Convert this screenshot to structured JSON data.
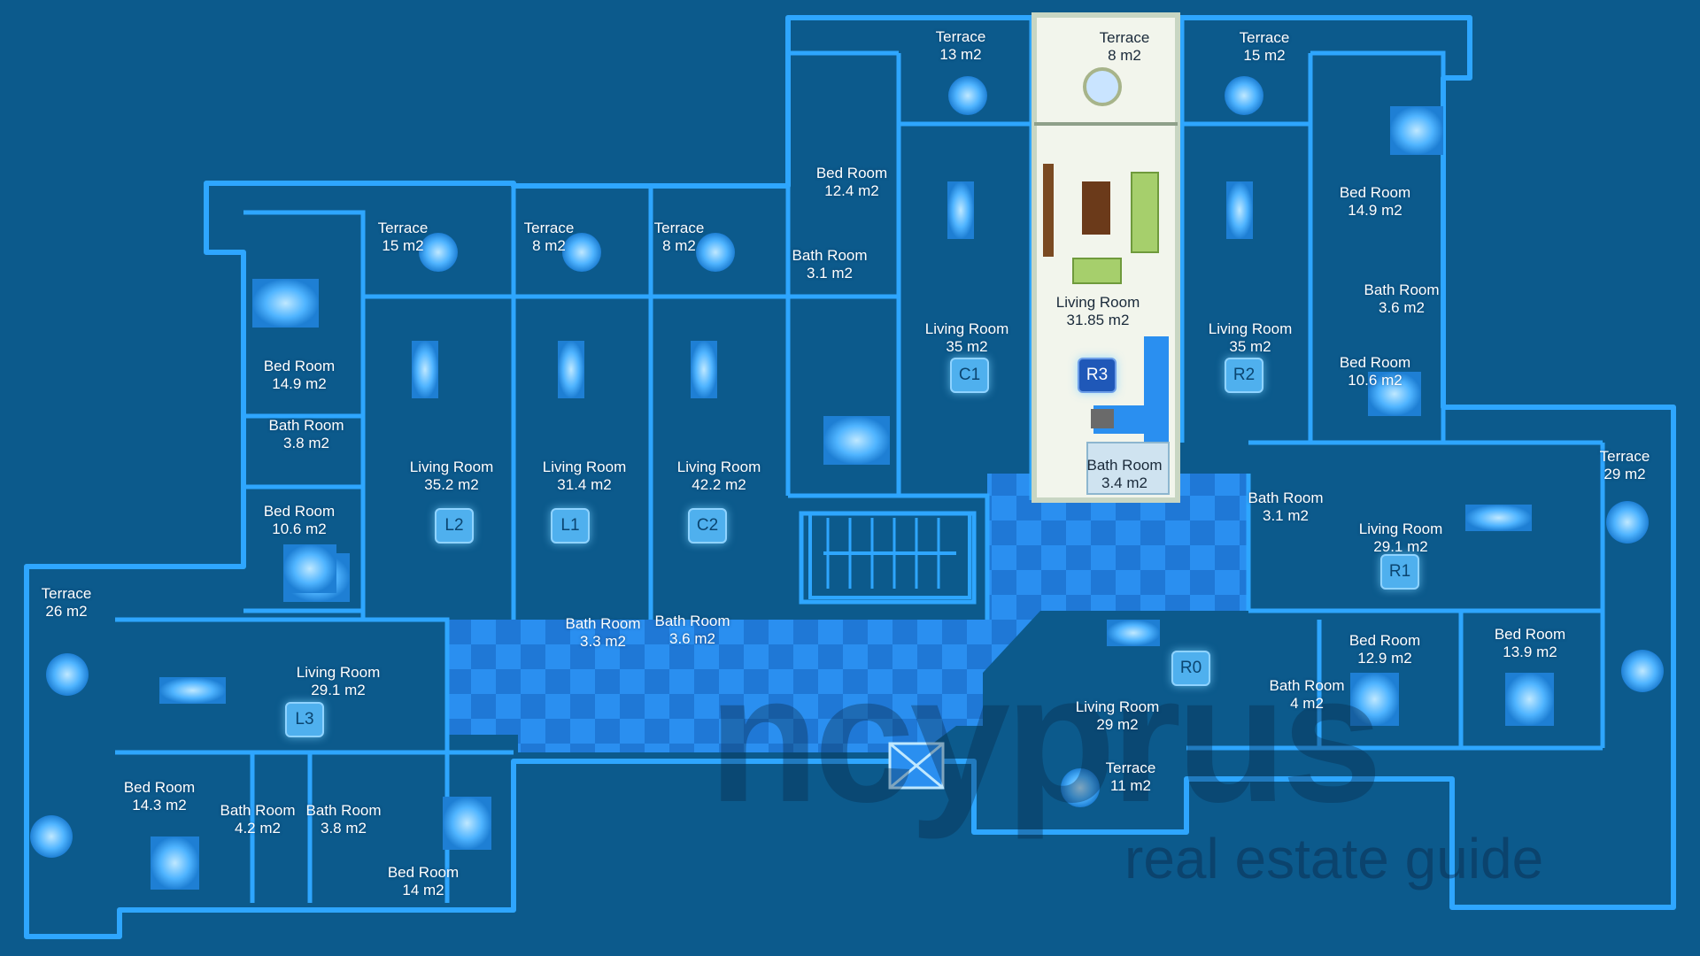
{
  "rooms": [
    {
      "id": "t-l-bed-top",
      "name": "Terrace",
      "area": "15 m2"
    },
    {
      "id": "t-l2",
      "name": "Terrace",
      "area": "8 m2"
    },
    {
      "id": "t-l1",
      "name": "Terrace",
      "area": "8 m2"
    },
    {
      "id": "t-c1",
      "name": "Terrace",
      "area": "13 m2"
    },
    {
      "id": "t-r3",
      "name": "Terrace",
      "area": "8 m2"
    },
    {
      "id": "t-r2",
      "name": "Terrace",
      "area": "15 m2"
    },
    {
      "id": "t-r1",
      "name": "Terrace",
      "area": "29 m2"
    },
    {
      "id": "t-l3",
      "name": "Terrace",
      "area": "26 m2"
    },
    {
      "id": "t-r0",
      "name": "Terrace",
      "area": "11 m2"
    },
    {
      "id": "bed-l2-a",
      "name": "Bed Room",
      "area": "14.9 m2"
    },
    {
      "id": "bath-l2",
      "name": "Bath Room",
      "area": "3.8 m2"
    },
    {
      "id": "bed-l2-b",
      "name": "Bed Room",
      "area": "10.6 m2"
    },
    {
      "id": "liv-l2",
      "name": "Living Room",
      "area": "35.2  m2"
    },
    {
      "id": "liv-l1",
      "name": "Living Room",
      "area": "31.4  m2"
    },
    {
      "id": "liv-c2",
      "name": "Living Room",
      "area": "42.2  m2"
    },
    {
      "id": "bath-l1",
      "name": "Bath Room",
      "area": "3.3 m2"
    },
    {
      "id": "bath-c2",
      "name": "Bath Room",
      "area": "3.6 m2"
    },
    {
      "id": "bed-c1",
      "name": "Bed Room",
      "area": "12.4 m2"
    },
    {
      "id": "bath-c1",
      "name": "Bath Room",
      "area": "3.1 m2"
    },
    {
      "id": "liv-c1",
      "name": "Living Room",
      "area": "35  m2"
    },
    {
      "id": "liv-r3",
      "name": "Living Room",
      "area": "31.85 m2"
    },
    {
      "id": "bath-r3",
      "name": "Bath Room",
      "area": "3.4 m2"
    },
    {
      "id": "liv-r2",
      "name": "Living Room",
      "area": "35 m2"
    },
    {
      "id": "bed-r2-a",
      "name": "Bed Room",
      "area": "14.9 m2"
    },
    {
      "id": "bath-r2",
      "name": "Bath Room",
      "area": "3.6 m2"
    },
    {
      "id": "bed-r2-b",
      "name": "Bed Room",
      "area": "10.6 m2"
    },
    {
      "id": "bath-r1",
      "name": "Bath Room",
      "area": "3.1 m2"
    },
    {
      "id": "liv-r1",
      "name": "Living Room",
      "area": "29.1 m2"
    },
    {
      "id": "liv-l3",
      "name": "Living Room",
      "area": "29.1 m2"
    },
    {
      "id": "bed-l3-a",
      "name": "Bed Room",
      "area": "14.3 m2"
    },
    {
      "id": "bath-l3-a",
      "name": "Bath Room",
      "area": "4.2 m2"
    },
    {
      "id": "bath-l3-b",
      "name": "Bath Room",
      "area": "3.8 m2"
    },
    {
      "id": "bed-l3-b",
      "name": "Bed Room",
      "area": "14 m2"
    },
    {
      "id": "liv-r0",
      "name": "Living Room",
      "area": "29 m2"
    },
    {
      "id": "bath-r0",
      "name": "Bath Room",
      "area": "4 m2"
    },
    {
      "id": "bed-r0-a",
      "name": "Bed Room",
      "area": "12.9 m2"
    },
    {
      "id": "bed-r0-b",
      "name": "Bed Room",
      "area": "13.9 m2"
    }
  ],
  "units": [
    "L2",
    "L1",
    "C2",
    "C1",
    "R3",
    "R2",
    "R1",
    "L3",
    "R0"
  ],
  "highlighted_unit": "R3",
  "watermark": {
    "main": "ncyprus",
    "sub": "real estate guide"
  },
  "colors": {
    "background": "#0c5a8c",
    "wall": "#2ea6ff",
    "room_fill": "#0d65a0",
    "highlight_fill": "#f2f5ec",
    "badge": "#4fb0ee",
    "badge_highlight": "#1f58b8"
  }
}
